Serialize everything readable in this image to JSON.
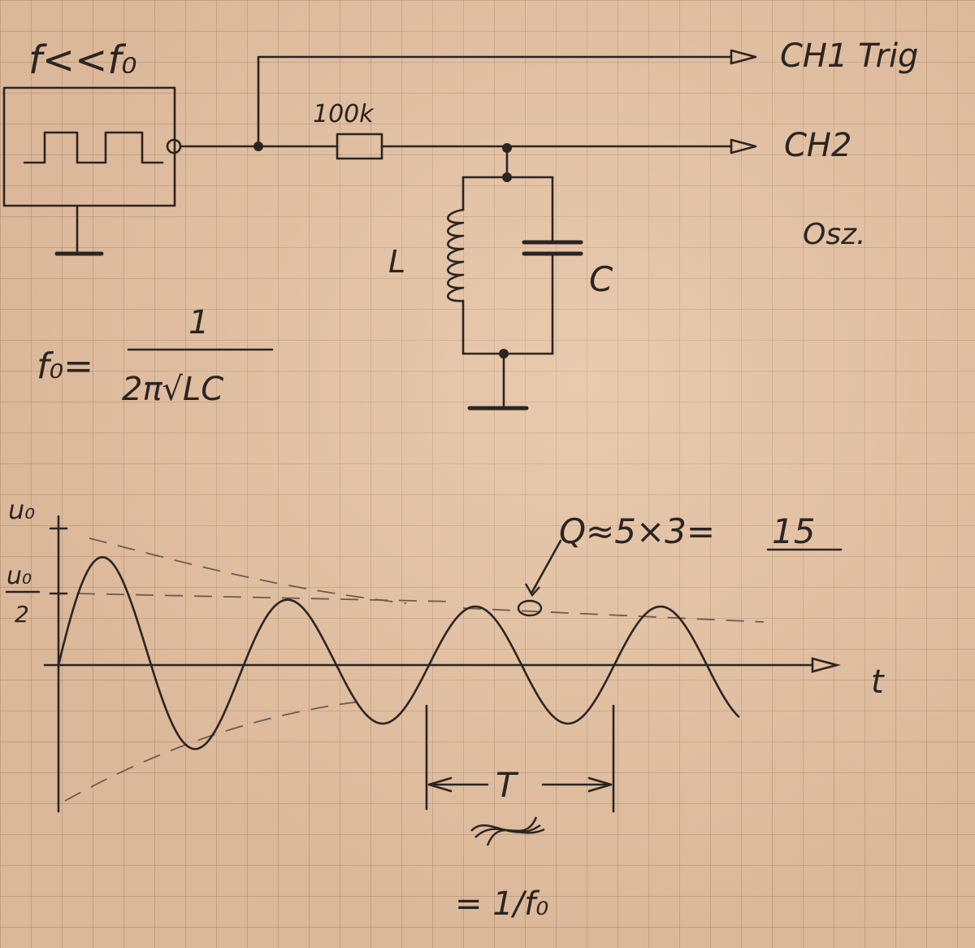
{
  "title": "f<<f₀",
  "resistor_label": "100k",
  "probe_ch1": "CH1 Trig",
  "probe_ch2": "CH2",
  "note_right": "Osz.",
  "inductor_label": "L",
  "capacitor_label": "C",
  "formula": {
    "lhs": "f₀=",
    "numerator": "1",
    "denominator": "2π√LC"
  },
  "graph": {
    "y_label_top": "u₀",
    "y_label_half_num": "u₀",
    "y_label_half_den": "2",
    "x_label": "t",
    "quality": "Q≈5×3=",
    "quality_result": "15",
    "period_label": "T",
    "period_eq": "= 1/f₀"
  }
}
